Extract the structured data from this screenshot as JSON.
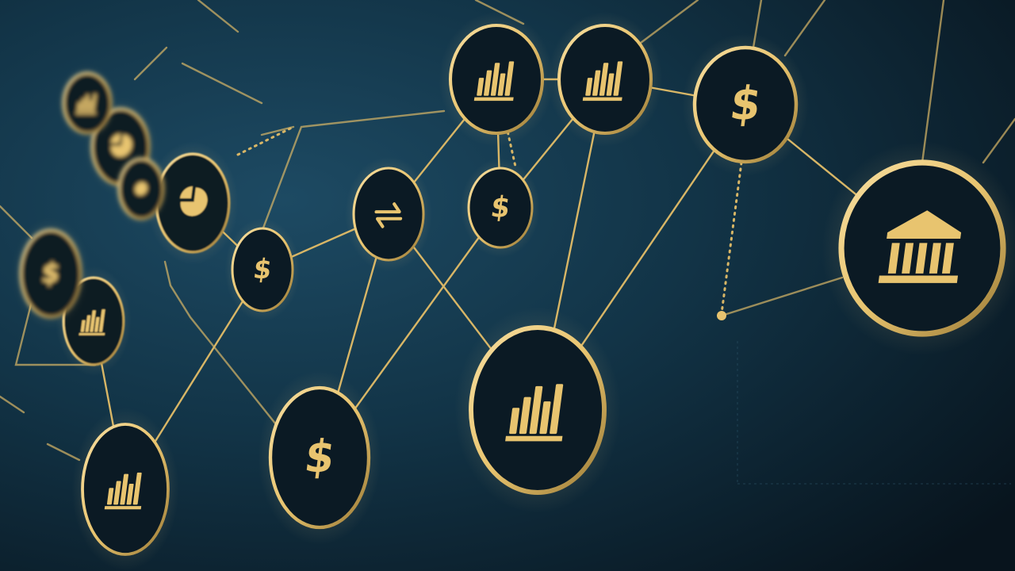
{
  "palette": {
    "background_dark": "#08141d",
    "background_mid": "#123447",
    "background_glow": "#1d4a63",
    "gold": "#e8c46f",
    "gold_light": "#f7dea0",
    "gold_dark": "#9a7a36",
    "node_fill": "#0b1a24"
  },
  "nodes": [
    {
      "id": "bank",
      "icon": "bank-icon"
    },
    {
      "id": "dollar-top-right",
      "icon": "dollar-icon"
    },
    {
      "id": "chart-top-center",
      "icon": "bar-chart-icon"
    },
    {
      "id": "chart-top-left",
      "icon": "bar-chart-icon"
    },
    {
      "id": "dollar-mid",
      "icon": "dollar-icon"
    },
    {
      "id": "exchange-mid",
      "icon": "exchange-icon"
    },
    {
      "id": "dollar-left-mid",
      "icon": "dollar-icon"
    },
    {
      "id": "chart-bottom-center",
      "icon": "bar-chart-icon"
    },
    {
      "id": "dollar-bottom",
      "icon": "dollar-icon"
    },
    {
      "id": "chart-bottom-left",
      "icon": "bar-chart-icon"
    },
    {
      "id": "pie-far-left",
      "icon": "pie-chart-icon"
    },
    {
      "id": "node-far-left-a",
      "icon": "bar-chart-icon"
    },
    {
      "id": "node-far-left-b",
      "icon": "dollar-icon"
    },
    {
      "id": "node-far-left-c",
      "icon": "pie-chart-icon"
    },
    {
      "id": "node-far-left-d",
      "icon": "gear-icon"
    },
    {
      "id": "node-far-left-e",
      "icon": "bar-chart-icon"
    }
  ]
}
